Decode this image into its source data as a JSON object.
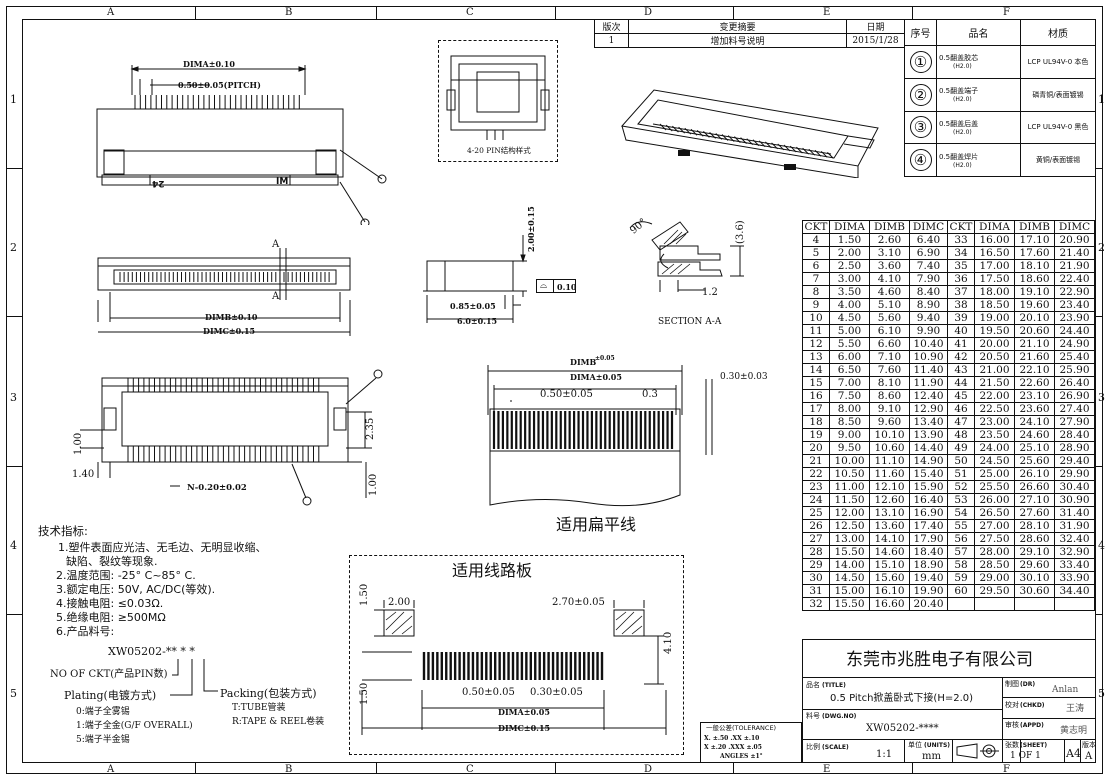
{
  "border": {
    "cols": [
      "A",
      "B",
      "C",
      "D",
      "E",
      "F"
    ],
    "rows": [
      "1",
      "2",
      "3",
      "4",
      "5"
    ]
  },
  "revision": {
    "headers": [
      "版次",
      "变更摘要",
      "日期"
    ],
    "rows": [
      [
        "1",
        "增加料号说明",
        "2015/1/28"
      ]
    ]
  },
  "parts": {
    "headers": [
      "序号",
      "品名",
      "材质"
    ],
    "rows": [
      {
        "no": "①",
        "name": "0.5翻盖胶芯",
        "sub": "(H2.0)",
        "material": "LCP UL94V-0 本色"
      },
      {
        "no": "②",
        "name": "0.5翻盖端子",
        "sub": "(H2.0)",
        "material": "磷青铜/表面镀锡"
      },
      {
        "no": "③",
        "name": "0.5翻盖后盖",
        "sub": "(H2.0)",
        "material": "LCP UL94V-0 黑色"
      },
      {
        "no": "④",
        "name": "0.5翻盖焊片",
        "sub": "(H2.0)",
        "material": "黄铜/表面镀锡"
      }
    ]
  },
  "ckt_table": {
    "headers": [
      "CKT",
      "DIMA",
      "DIMB",
      "DIMC",
      "CKT",
      "DIMA",
      "DIMB",
      "DIMC"
    ],
    "left": [
      [
        "4",
        "1.50",
        "2.60",
        "6.40"
      ],
      [
        "5",
        "2.00",
        "3.10",
        "6.90"
      ],
      [
        "6",
        "2.50",
        "3.60",
        "7.40"
      ],
      [
        "7",
        "3.00",
        "4.10",
        "7.90"
      ],
      [
        "8",
        "3.50",
        "4.60",
        "8.40"
      ],
      [
        "9",
        "4.00",
        "5.10",
        "8.90"
      ],
      [
        "10",
        "4.50",
        "5.60",
        "9.40"
      ],
      [
        "11",
        "5.00",
        "6.10",
        "9.90"
      ],
      [
        "12",
        "5.50",
        "6.60",
        "10.40"
      ],
      [
        "13",
        "6.00",
        "7.10",
        "10.90"
      ],
      [
        "14",
        "6.50",
        "7.60",
        "11.40"
      ],
      [
        "15",
        "7.00",
        "8.10",
        "11.90"
      ],
      [
        "16",
        "7.50",
        "8.60",
        "12.40"
      ],
      [
        "17",
        "8.00",
        "9.10",
        "12.90"
      ],
      [
        "18",
        "8.50",
        "9.60",
        "13.40"
      ],
      [
        "19",
        "9.00",
        "10.10",
        "13.90"
      ],
      [
        "20",
        "9.50",
        "10.60",
        "14.40"
      ],
      [
        "21",
        "10.00",
        "11.10",
        "14.90"
      ],
      [
        "22",
        "10.50",
        "11.60",
        "15.40"
      ],
      [
        "23",
        "11.00",
        "12.10",
        "15.90"
      ],
      [
        "24",
        "11.50",
        "12.60",
        "16.40"
      ],
      [
        "25",
        "12.00",
        "13.10",
        "16.90"
      ],
      [
        "26",
        "12.50",
        "13.60",
        "17.40"
      ],
      [
        "27",
        "13.00",
        "14.10",
        "17.90"
      ],
      [
        "28",
        "15.50",
        "14.60",
        "18.40"
      ],
      [
        "29",
        "14.00",
        "15.10",
        "18.90"
      ],
      [
        "30",
        "14.50",
        "15.60",
        "19.40"
      ],
      [
        "31",
        "15.00",
        "16.10",
        "19.90"
      ],
      [
        "32",
        "15.50",
        "16.60",
        "20.40"
      ]
    ],
    "right": [
      [
        "33",
        "16.00",
        "17.10",
        "20.90"
      ],
      [
        "34",
        "16.50",
        "17.60",
        "21.40"
      ],
      [
        "35",
        "17.00",
        "18.10",
        "21.90"
      ],
      [
        "36",
        "17.50",
        "18.60",
        "22.40"
      ],
      [
        "37",
        "18.00",
        "19.10",
        "22.90"
      ],
      [
        "38",
        "18.50",
        "19.60",
        "23.40"
      ],
      [
        "39",
        "19.00",
        "20.10",
        "23.90"
      ],
      [
        "40",
        "19.50",
        "20.60",
        "24.40"
      ],
      [
        "41",
        "20.00",
        "21.10",
        "24.90"
      ],
      [
        "42",
        "20.50",
        "21.60",
        "25.40"
      ],
      [
        "43",
        "21.00",
        "22.10",
        "25.90"
      ],
      [
        "44",
        "21.50",
        "22.60",
        "26.40"
      ],
      [
        "45",
        "22.00",
        "23.10",
        "26.90"
      ],
      [
        "46",
        "22.50",
        "23.60",
        "27.40"
      ],
      [
        "47",
        "23.00",
        "24.10",
        "27.90"
      ],
      [
        "48",
        "23.50",
        "24.60",
        "28.40"
      ],
      [
        "49",
        "24.00",
        "25.10",
        "28.90"
      ],
      [
        "50",
        "24.50",
        "25.60",
        "29.40"
      ],
      [
        "51",
        "25.00",
        "26.10",
        "29.90"
      ],
      [
        "52",
        "25.50",
        "26.60",
        "30.40"
      ],
      [
        "53",
        "26.00",
        "27.10",
        "30.90"
      ],
      [
        "54",
        "26.50",
        "27.60",
        "31.40"
      ],
      [
        "55",
        "27.00",
        "28.10",
        "31.90"
      ],
      [
        "56",
        "27.50",
        "28.60",
        "32.40"
      ],
      [
        "57",
        "28.00",
        "29.10",
        "32.90"
      ],
      [
        "58",
        "28.50",
        "29.60",
        "33.40"
      ],
      [
        "59",
        "29.00",
        "30.10",
        "33.90"
      ],
      [
        "60",
        "29.50",
        "30.60",
        "34.40"
      ]
    ]
  },
  "drawing": {
    "dima_top": "DIMA±0.10",
    "pitch": "0.50±0.05(PITCH)",
    "dimb": "DIMB±0.10",
    "dimc": "DIMC±0.15",
    "pin_label": "4-20 PIN结构样式",
    "height": "2.00±0.15",
    "flat": "0.10",
    "dim_085": "0.85±0.05",
    "dim_60": "6.0±0.15",
    "angle": "90°",
    "dim_36": "(3.6)",
    "dim_12": "1.2",
    "section": "SECTION A-A",
    "sec_mark": "A",
    "dim_235": "2.35",
    "dim_100a": "1.00",
    "dim_140": "1.40",
    "dim_n": "N-0.20±0.02",
    "dim_100b": "1.00",
    "fpc_dimb": "DIMB",
    "fpc_dimb_tol": "±0.05",
    "fpc_dima": "DIMA±0.05",
    "fpc_pitch": "0.50±0.05",
    "fpc_03": "0.3",
    "fpc_thick": "0.30±0.03",
    "fpc_title": "适用扁平线",
    "pcb_title": "适用线路板",
    "pcb_150a": "1.50",
    "pcb_200": "2.00",
    "pcb_270": "2.70±0.05",
    "pcb_410": "4.10",
    "pcb_150b": "1.50",
    "pcb_pitch": "0.50±0.05",
    "pcb_030": "0.30±0.05",
    "pcb_dima": "DIMA±0.05",
    "pcb_dimc": "DIMC±0.15",
    "tag_24": "24",
    "tag_mark": "IM"
  },
  "specs": {
    "title": "技术指标:",
    "lines": [
      "1.塑件表面应光洁、无毛边、无明显收缩、",
      "缺陷、裂纹等现象.",
      "2.温度范围: -25° C~85° C.",
      "3.额定电压: 50V, AC/DC(等效).",
      "4.接触电阻: ≤0.03Ω.",
      "5.绝缘电阻: ≥500MΩ",
      "6.产品料号:"
    ],
    "part_code": "XW05202-** * *",
    "ckt_note": "NO OF CKT(产品PIN数)",
    "plating_title": "Plating(电镀方式)",
    "plating": [
      "0:端子全雾锡",
      "1:端子全金(G/F OVERALL)",
      "5:端子半金锡"
    ],
    "packing_title": "Packing(包装方式)",
    "packing": [
      "T:TUBE管装",
      "R:TAPE & REEL卷装"
    ]
  },
  "title_block": {
    "company": "东莞市兆胜电子有限公司",
    "name_label": "品名",
    "name_label_en": "(TITLE)",
    "name_value": "0.5 Pitch掀盖卧式下接(H=2.0)",
    "dwg_label": "料号",
    "dwg_label_en": "(DWG.NO)",
    "dwg_value": "XW05202-****",
    "tol_title": "一般公差(TOLERANCE)",
    "tol_rows": [
      "X. ±.50    .XX ±.10",
      "X ±.20    .XXX ±.05",
      "ANGLES   ±1°"
    ],
    "scale_label": "比例",
    "scale_label_en": "(SCALE)",
    "scale_value": "1:1",
    "unit_label": "单位",
    "unit_label_en": "(UNITS)",
    "unit_value": "mm",
    "dr_label": "制图",
    "dr_label_en": "(DR)",
    "dr_value": "Anlan",
    "chk_label": "校对",
    "chk_label_en": "(CHKD)",
    "chk_value": "王涛",
    "appd_label": "审核",
    "appd_label_en": "(APPD)",
    "appd_value": "黄志明",
    "sheet_label": "张数",
    "sheet_label_en": "(SHEET)",
    "sheet_value": "1 OF 1",
    "size_value": "A4",
    "rev_label": "版本",
    "rev_value": "A"
  }
}
